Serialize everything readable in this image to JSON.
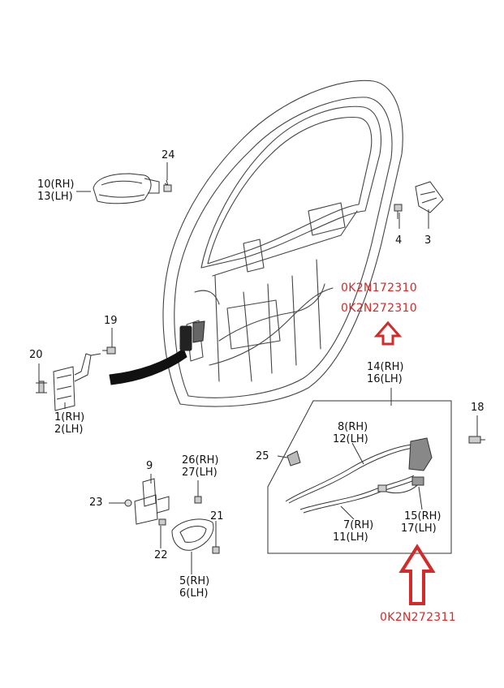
{
  "labels": {
    "p10": "10(RH)",
    "p13": "13(LH)",
    "p24": "24",
    "p4": "4",
    "p3": "3",
    "p19": "19",
    "p20": "20",
    "p1": "1(RH)",
    "p2": "2(LH)",
    "p14": "14(RH)",
    "p16": "16(LH)",
    "p18": "18",
    "p8": "8(RH)",
    "p12": "12(LH)",
    "p25": "25",
    "p9": "9",
    "p26": "26(RH)",
    "p27": "27(LH)",
    "p23": "23",
    "p21": "21",
    "p22": "22",
    "p5": "5(RH)",
    "p6": "6(LH)",
    "p7": "7(RH)",
    "p11": "11(LH)",
    "p15": "15(RH)",
    "p17": "17(LH)"
  },
  "part_numbers": {
    "top_1": "0K2N172310",
    "top_2": "0K2N272310",
    "bottom": "0K2N272311"
  },
  "colors": {
    "annotation": "#d42a2a",
    "line": "#333333"
  }
}
